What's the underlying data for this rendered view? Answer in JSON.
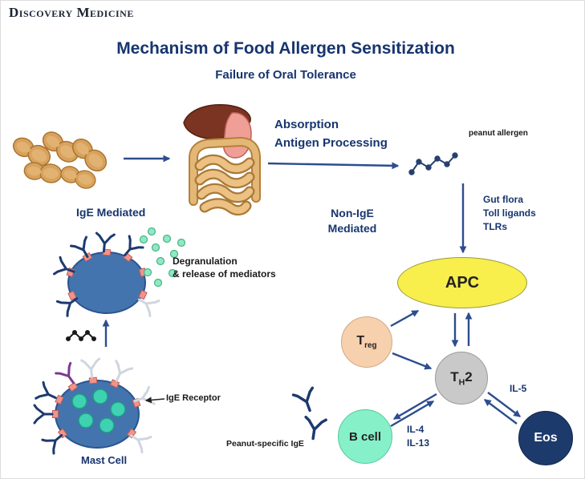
{
  "branding": {
    "logo": "Discovery Medicine"
  },
  "header": {
    "title": "Mechanism of Food Allergen Sensitization",
    "subtitle": "Failure of Oral Tolerance"
  },
  "process": {
    "absorption_line1": "Absorption",
    "absorption_line2": "Antigen Processing",
    "peanut_allergen": "peanut allergen",
    "signals_line1": "Gut flora",
    "signals_line2": "Toll ligands",
    "signals_line3": "TLRs"
  },
  "pathways": {
    "ige": "IgE Mediated",
    "non_ige_line1": "Non-IgE",
    "non_ige_line2": "Mediated"
  },
  "mast": {
    "degranulation_line1": "Degranulation",
    "degranulation_line2": "& release of mediators",
    "ige_receptor": "IgE Receptor",
    "mast_cell": "Mast Cell",
    "peanut_specific_ige": "Peanut-specific IgE"
  },
  "cells": {
    "apc": {
      "label": "APC",
      "color": "#f8ee4c"
    },
    "treg": {
      "main": "T",
      "sub": "reg",
      "color": "#f7d0ae"
    },
    "th2": {
      "pre": "T",
      "sub": "H",
      "post": "2",
      "color": "#c9c9c9"
    },
    "bcell": {
      "label": "B cell",
      "color": "#86f0c9"
    },
    "eos": {
      "label": "Eos",
      "color": "#1d3a6d"
    }
  },
  "cytokines": {
    "il4": "IL-4",
    "il13": "IL-13",
    "il5": "IL-5"
  },
  "colors": {
    "heading": "#17356e",
    "arrow": "#2d4d8f",
    "cell_body": "#4374ae",
    "granule": "#3ed2b2",
    "mediator_dot": "#8fe9c2",
    "receptor_pink": "#f0948b",
    "antibody_navy": "#1d3a6e",
    "antibody_purple": "#7a3c8f",
    "antibody_light": "#cfd6df",
    "peanut": "#d9a25c"
  }
}
